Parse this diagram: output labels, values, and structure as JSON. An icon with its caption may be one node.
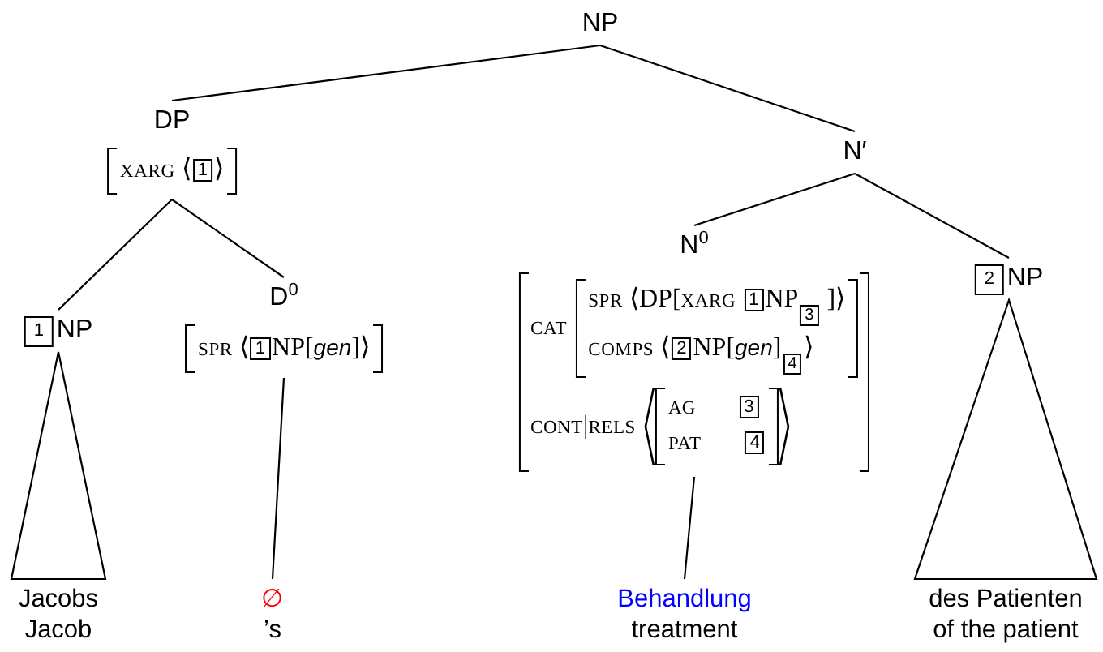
{
  "diagram": {
    "nodes": [
      {
        "text": [
          "NP"
        ]
      },
      {
        "text": [
          "DP",
          "XARG ⟨1⟩"
        ]
      },
      {
        "text": [
          "N′"
        ]
      },
      {
        "text": [
          "1",
          "NP"
        ]
      },
      {
        "text": [
          "D$^{0}$",
          "SPR ⟨1NP[*gen*]⟩"
        ]
      },
      {
        "text": [
          "N$^{0}$",
          "CAT",
          "SPR ⟨DP[XARG 1NP$_{3}$ ]⟩",
          "COMPS ⟨2NP[*gen*]$_{4}$⟩",
          "CONT|RELS",
          "AG 3",
          "PAT 4"
        ]
      },
      {
        "text": [
          "2",
          "NP"
        ]
      },
      {
        "text": [
          "Jacobs",
          "Jacob"
        ]
      },
      {
        "text": [
          "∅",
          "’s"
        ]
      },
      {
        "text": [
          "Behandlung",
          "treatment"
        ]
      },
      {
        "text": [
          "des Patienten",
          "of the patient"
        ]
      }
    ],
    "edges": [
      {
        "from": 0,
        "to": 1,
        "arrow": "none"
      },
      {
        "from": 0,
        "to": 2,
        "arrow": "none"
      },
      {
        "from": 1,
        "to": 3,
        "arrow": "none"
      },
      {
        "from": 1,
        "to": 4,
        "arrow": "none"
      },
      {
        "from": 2,
        "to": 5,
        "arrow": "none"
      },
      {
        "from": 2,
        "to": 6,
        "arrow": "none"
      },
      {
        "from": 3,
        "to": 7,
        "arrow": "none"
      },
      {
        "from": 4,
        "to": 8,
        "arrow": "none"
      },
      {
        "from": 5,
        "to": 9,
        "arrow": "none"
      },
      {
        "from": 6,
        "to": 10,
        "arrow": "none"
      }
    ]
  }
}
